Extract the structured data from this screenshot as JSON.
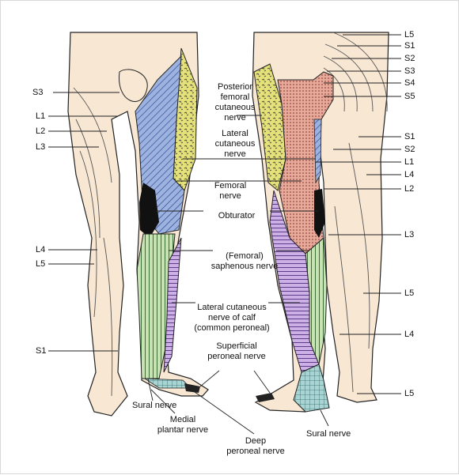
{
  "colors": {
    "skin": "#f7e7d3",
    "blue_hatch": "#9db3df",
    "yellow_pattern": "#e4e07a",
    "green_stripe": "#c7e3b4",
    "purple_stripe": "#cdb1e6",
    "red_dotted": "#e7a99a",
    "teal_grid": "#a9d4d4",
    "obturator_black": "#111111",
    "outline": "#222222"
  },
  "left_dermatomes": [
    "S3",
    "L1",
    "L2",
    "L3",
    "L4",
    "L5",
    "S1"
  ],
  "right_dermatomes_top": [
    "L5",
    "S1",
    "S2",
    "S3",
    "S4",
    "S5"
  ],
  "right_dermatomes_side": [
    "S1",
    "S2",
    "L1",
    "L4",
    "L2",
    "L3",
    "L5",
    "L4",
    "L5"
  ],
  "nerves": {
    "posterior_femoral": [
      "Posterior",
      "femoral",
      "cutaneous",
      "nerve"
    ],
    "lateral_cutaneous": [
      "Lateral",
      "cutaneous",
      "nerve"
    ],
    "femoral": [
      "Femoral",
      "nerve"
    ],
    "obturator": [
      "Obturator"
    ],
    "saphenous": [
      "(Femoral)",
      "saphenous nerve"
    ],
    "lateral_calf": [
      "Lateral cutaneous",
      "nerve of calf",
      "(common peroneal)"
    ],
    "superficial_peroneal": [
      "Superficial",
      "peroneal nerve"
    ],
    "sural_left": [
      "Sural nerve"
    ],
    "medial_plantar": [
      "Medial",
      "plantar nerve"
    ],
    "deep_peroneal": [
      "Deep",
      "peroneal nerve"
    ],
    "sural_right": [
      "Sural nerve"
    ]
  }
}
